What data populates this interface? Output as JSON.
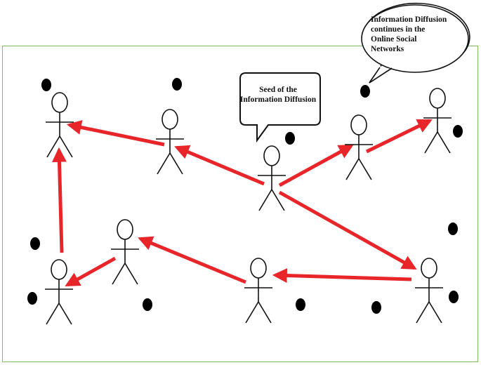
{
  "callouts": {
    "seed": {
      "lines": [
        "Seed of the",
        "Information Diffusion"
      ]
    },
    "continue": {
      "lines": [
        "Information Diffusion",
        "continues in the",
        "Online Social",
        "Networks"
      ]
    }
  },
  "colors": {
    "arrow": "#e8262a",
    "figure": "#111111",
    "dot": "#000000",
    "frame": "#7fbf5a"
  },
  "nodes": [
    {
      "id": "seed",
      "role": "seed-user"
    },
    {
      "id": "top-left",
      "role": "user"
    },
    {
      "id": "upper-mid-left",
      "role": "user"
    },
    {
      "id": "upper-right-1",
      "role": "user"
    },
    {
      "id": "upper-right-2",
      "role": "user"
    },
    {
      "id": "lower-far-left",
      "role": "user"
    },
    {
      "id": "lower-left",
      "role": "user"
    },
    {
      "id": "lower-mid",
      "role": "user"
    },
    {
      "id": "lower-right",
      "role": "user"
    }
  ],
  "edges": [
    {
      "from": "seed",
      "to": "upper-mid-left"
    },
    {
      "from": "upper-mid-left",
      "to": "top-left"
    },
    {
      "from": "seed",
      "to": "upper-right-1"
    },
    {
      "from": "upper-right-1",
      "to": "upper-right-2"
    },
    {
      "from": "seed",
      "to": "lower-right"
    },
    {
      "from": "lower-right",
      "to": "lower-mid"
    },
    {
      "from": "lower-mid",
      "to": "lower-left"
    },
    {
      "from": "lower-left",
      "to": "lower-far-left"
    },
    {
      "from": "lower-far-left",
      "to": "top-left"
    }
  ],
  "inactive_user_count": 12
}
